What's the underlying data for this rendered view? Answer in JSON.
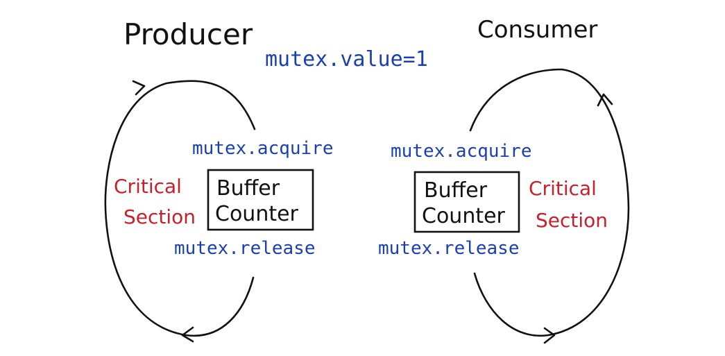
{
  "producer": {
    "title": "Producer",
    "acquire_label": "mutex.acquire",
    "release_label": "mutex.release",
    "section_line1": "Critical",
    "section_line2": "Section",
    "box_line1": "Buffer",
    "box_line2": "Counter"
  },
  "consumer": {
    "title": "Consumer",
    "acquire_label": "mutex.acquire",
    "release_label": "mutex.release",
    "section_line1": "Critical",
    "section_line2": "Section",
    "box_line1": "Buffer",
    "box_line2": "Counter"
  },
  "mutex_value_label": "mutex.value=1",
  "colors": {
    "ink": "#111111",
    "blue": "#1a3fb0",
    "red": "#c8202a",
    "background": "#ffffff"
  }
}
